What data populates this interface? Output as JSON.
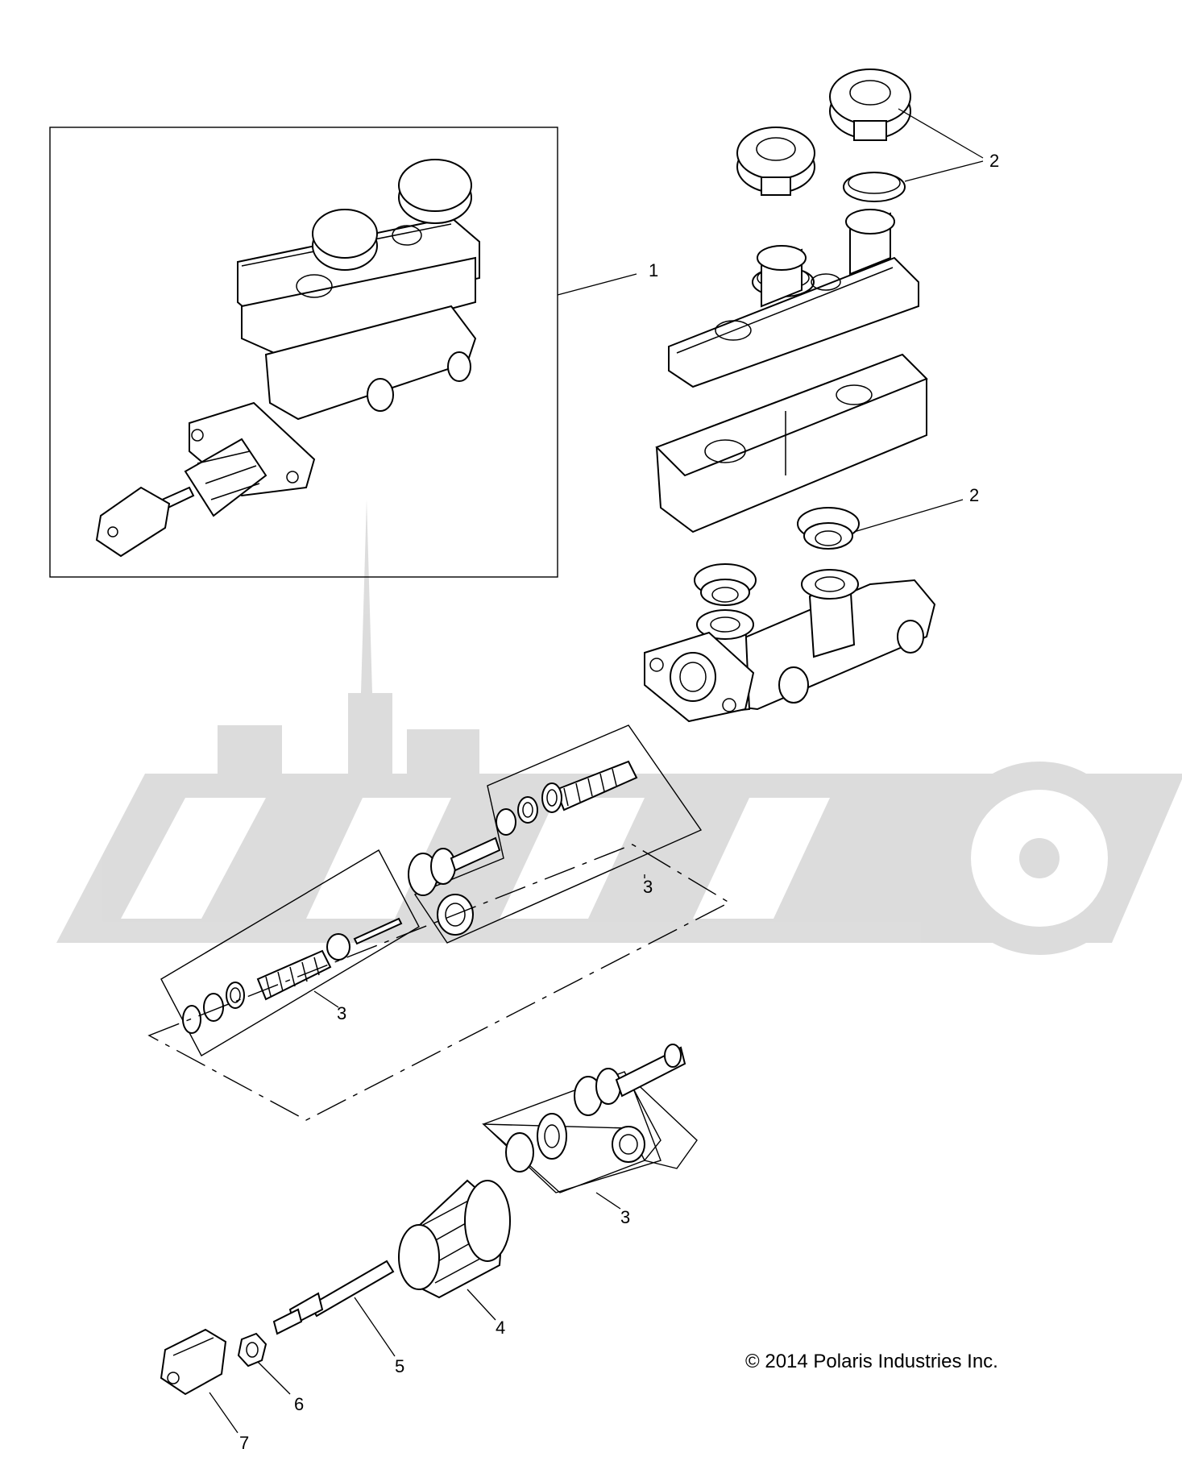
{
  "diagram": {
    "callouts": {
      "c1": "1",
      "c2a": "2",
      "c2b": "2",
      "c3a": "3",
      "c3b": "3",
      "c3c": "3",
      "c4": "4",
      "c5": "5",
      "c6": "6",
      "c7": "7"
    },
    "copyright": "© 2014 Polaris Industries Inc."
  },
  "colors": {
    "line": "#000000",
    "watermark": "#d9d9d9",
    "background": "#ffffff"
  }
}
